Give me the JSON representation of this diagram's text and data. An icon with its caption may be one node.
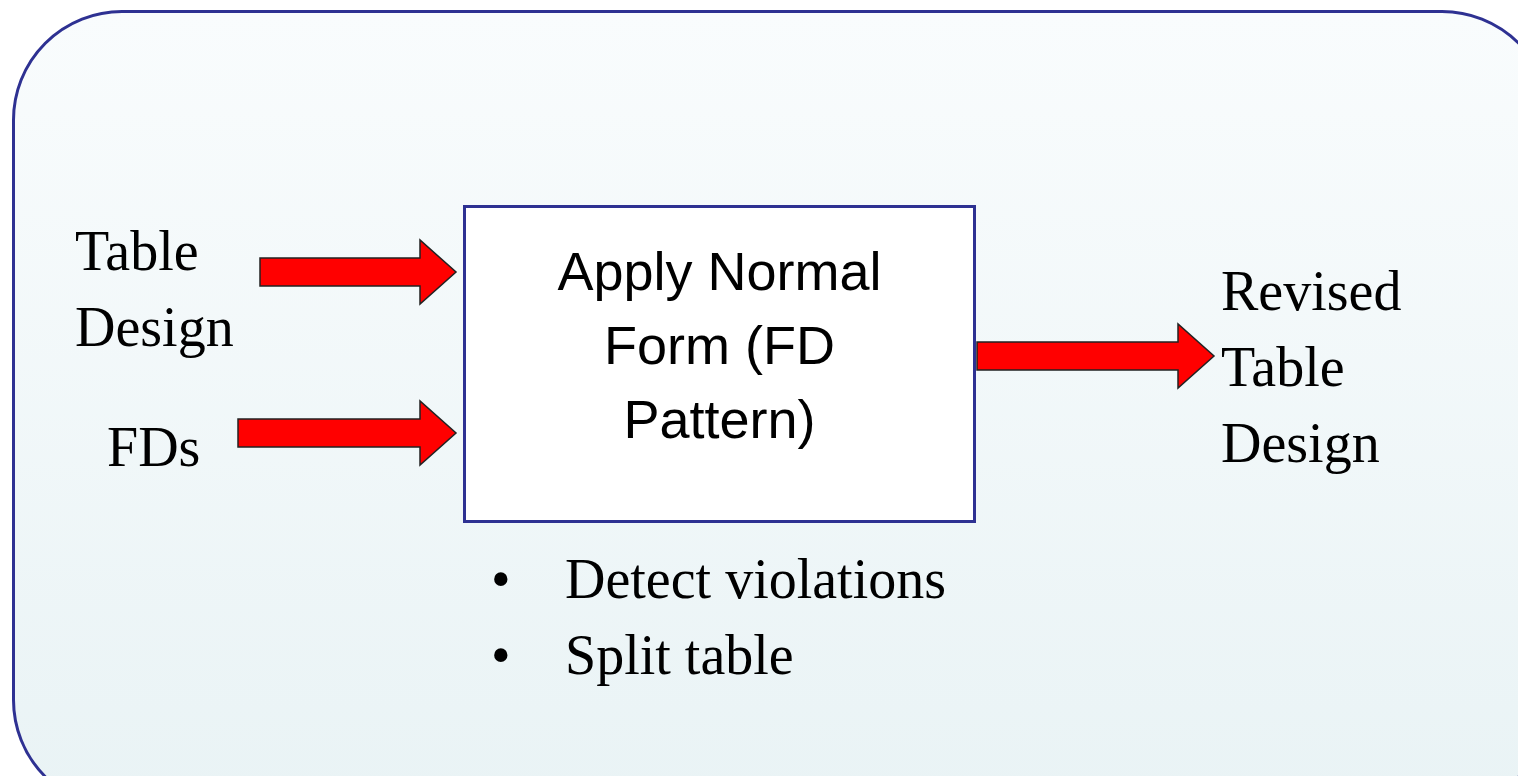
{
  "diagram": {
    "nodes": [
      {
        "text": [],
        "shape": "box"
      },
      {
        "text": [
          "Table Design"
        ],
        "in": 0
      },
      {
        "text": [
          "FDs"
        ],
        "in": 0
      },
      {
        "text": [
          "Apply Normal Form (FD Pattern)"
        ],
        "in": 0,
        "beside": [
          "•",
          "Detect violations",
          "•",
          "Split table"
        ]
      },
      {
        "text": [
          "Revised Table Design"
        ],
        "in": 0
      }
    ],
    "edges": [
      {
        "from": 1,
        "to": 3,
        "arrow": "to"
      },
      {
        "from": 2,
        "to": 3,
        "arrow": "to"
      },
      {
        "from": 3,
        "to": 4,
        "arrow": "to"
      }
    ]
  }
}
